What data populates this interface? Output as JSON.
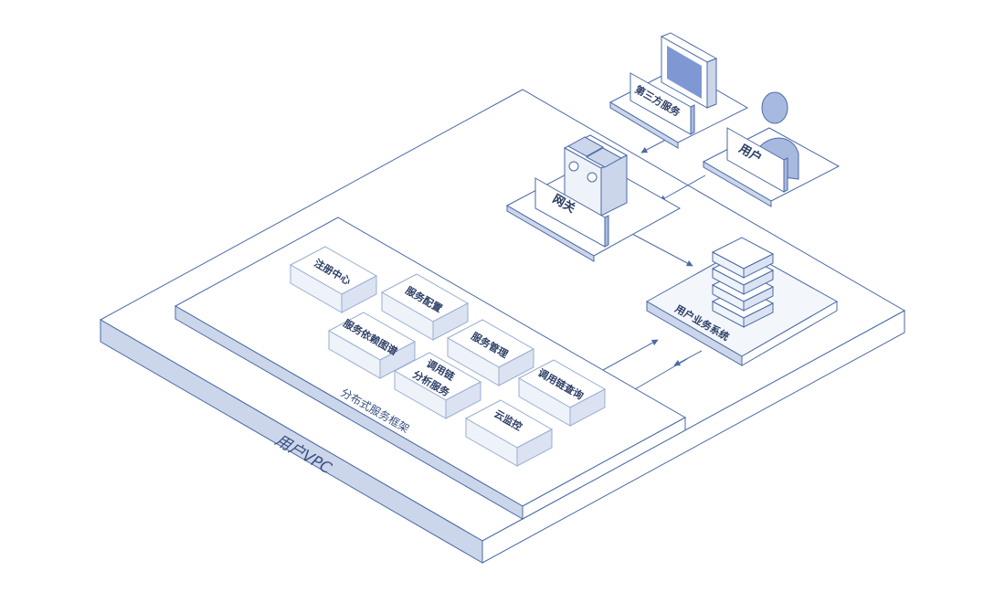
{
  "vpc": {
    "label": "用户VPC"
  },
  "framework": {
    "label": "分布式服务框架",
    "modules": [
      {
        "label": "注册中心"
      },
      {
        "label": "服务配置"
      },
      {
        "label": "服务依赖图谱"
      },
      {
        "label": "服务管理"
      },
      {
        "label": "调用链",
        "label2": "分析服务"
      },
      {
        "label": "调用链查询"
      },
      {
        "label": "云监控"
      }
    ]
  },
  "gateway": {
    "label": "网关"
  },
  "third_party": {
    "label": "第三方服务"
  },
  "user": {
    "label": "用户"
  },
  "business": {
    "label": "用户业务系统"
  },
  "colors": {
    "stroke": "#4a6aa5",
    "band": "#ccd6ea",
    "accent": "#a8b9e0",
    "screen": "#7f98d4"
  }
}
